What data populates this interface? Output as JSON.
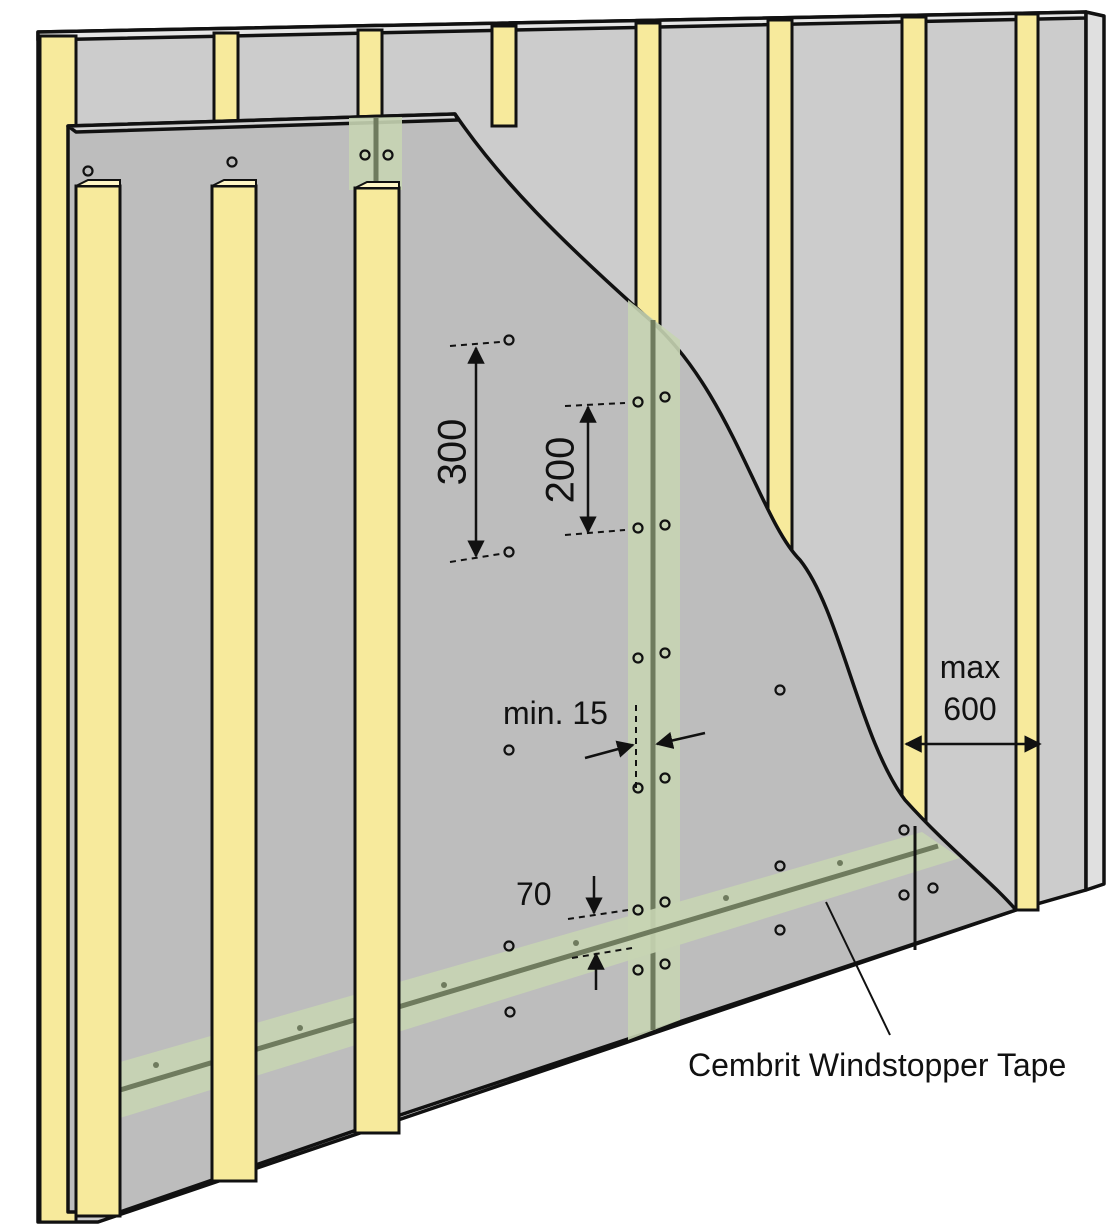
{
  "colors": {
    "wall": "#cccccc",
    "board": "#bdbdbd",
    "batten": "#f7ea9c",
    "tape": "#c6d4b3",
    "tape_line": "#6f7b5e",
    "outline": "#111111"
  },
  "labels": {
    "dim_300": "300",
    "dim_200": "200",
    "min_15": "min. 15",
    "dim_70": "70",
    "max": "max",
    "max_value": "600",
    "tape": "Cembrit Windstopper Tape"
  }
}
